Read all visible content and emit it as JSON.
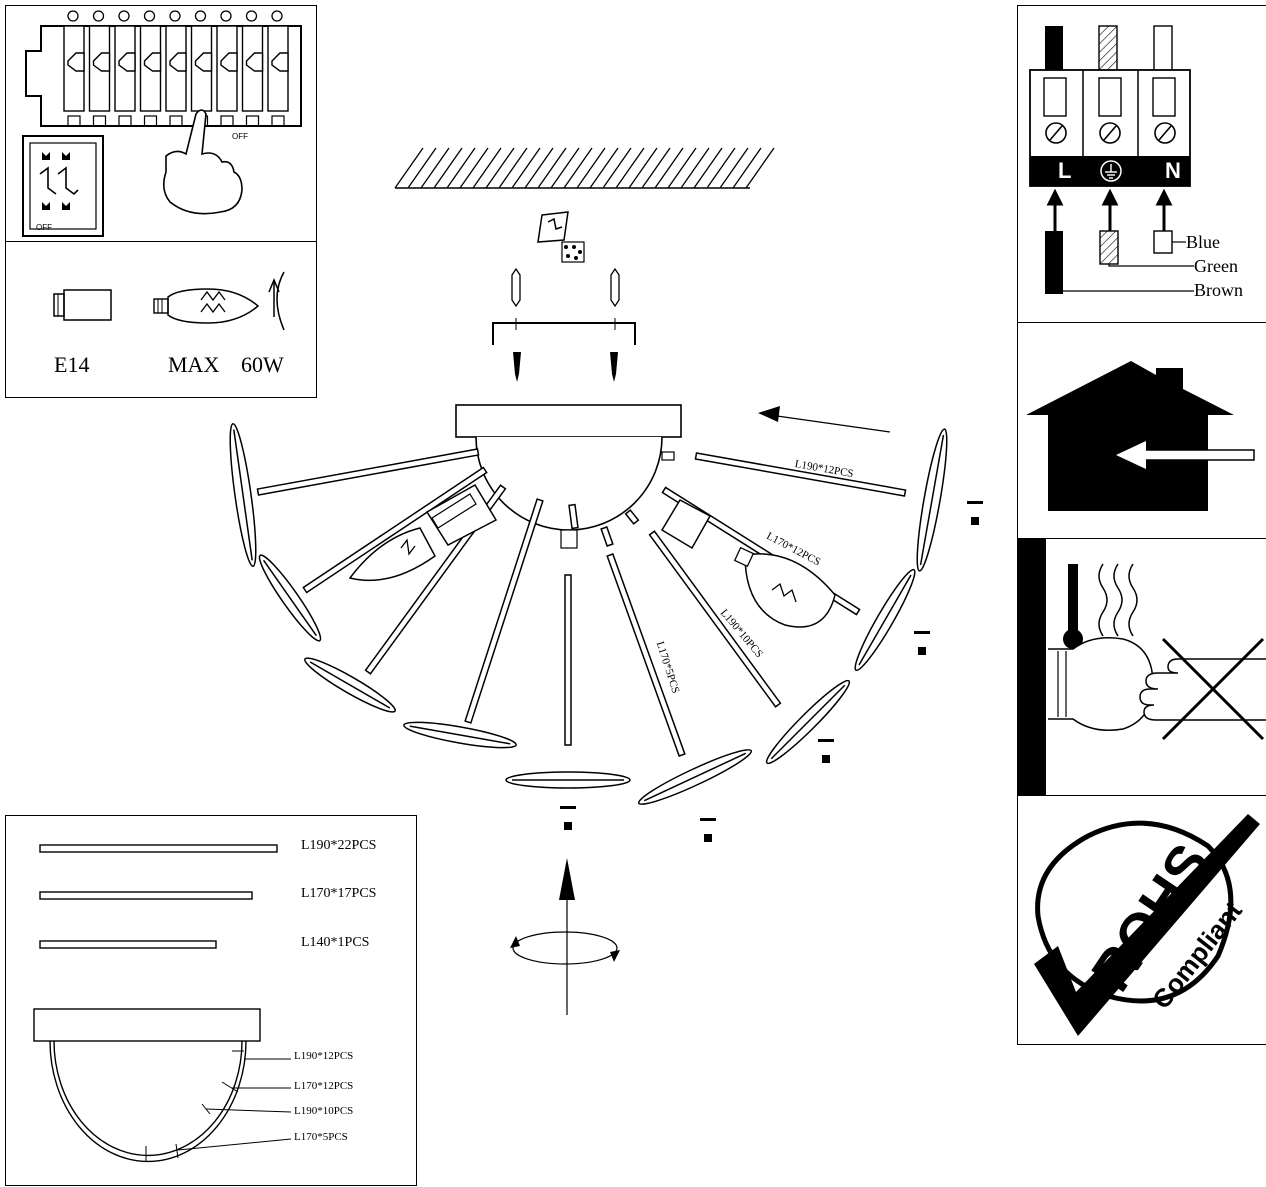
{
  "breaker": {
    "off_label_1": "OFF",
    "off_label_2": "OFF"
  },
  "bulb_spec": {
    "base": "E14",
    "max": "MAX",
    "watt": "60W"
  },
  "wiring": {
    "terminals": [
      "L",
      "N"
    ],
    "wires": [
      "Blue",
      "Green",
      "Brown"
    ]
  },
  "assembly": {
    "rod_labels": [
      "L190*12PCS",
      "L170*12PCS",
      "L190*10PCS",
      "L170*5PCS"
    ]
  },
  "parts_list": {
    "rods": [
      "L190*22PCS",
      "L170*17PCS",
      "L140*1PCS"
    ],
    "dome_labels": [
      "L190*12PCS",
      "L170*12PCS",
      "L190*10PCS",
      "L170*5PCS"
    ]
  },
  "rohs": {
    "main": "ROHS",
    "sub": "Compliant"
  }
}
